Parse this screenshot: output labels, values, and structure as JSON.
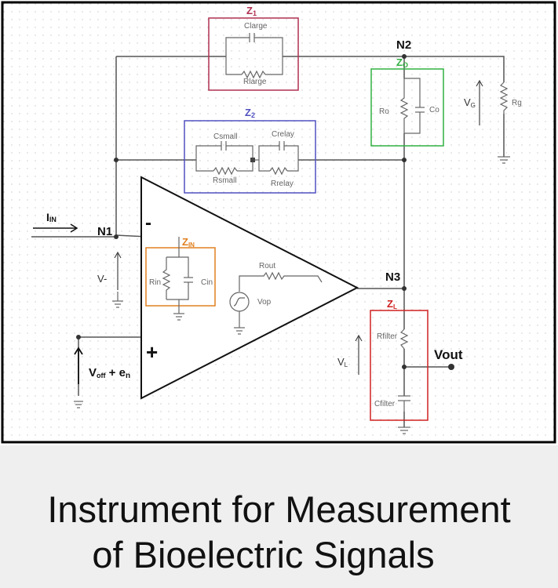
{
  "caption": {
    "line1": "Instrument for Measurement",
    "line2": "of Bioelectric Signals"
  },
  "colors": {
    "z1": "#b03050",
    "z2": "#5050c0",
    "zo": "#30b040",
    "zin": "#e08020",
    "zl": "#d02020",
    "wire": "#555555"
  },
  "impedances": {
    "z1": {
      "label": "Z",
      "sub": "1",
      "cap": "Clarge",
      "res": "Rlarge"
    },
    "z2": {
      "label": "Z",
      "sub": "2",
      "cap1": "Csmall",
      "res1": "Rsmall",
      "cap2": "Crelay",
      "res2": "Rrelay"
    },
    "zo": {
      "label": "Z",
      "sub": "O",
      "res": "Ro",
      "cap": "Co"
    },
    "zin": {
      "label": "Z",
      "sub": "IN",
      "res": "Rin",
      "cap": "Cin"
    },
    "zl": {
      "label": "Z",
      "sub": "L",
      "res": "Rfilter",
      "cap": "Cfilter"
    }
  },
  "nodes": {
    "n1": "N1",
    "n2": "N2",
    "n3": "N3"
  },
  "components": {
    "rg": "Rg",
    "rout": "Rout",
    "vop": "Vop"
  },
  "signals": {
    "iin": {
      "main": "I",
      "sub": "IN"
    },
    "vminus": "V-",
    "vg": {
      "main": "V",
      "sub": "G"
    },
    "vl": {
      "main": "V",
      "sub": "L"
    },
    "voff": {
      "main": "V",
      "sub": "off",
      "rest": " + e",
      "sub2": "n"
    },
    "vout": "Vout"
  },
  "opamp": {
    "minus": "-",
    "plus": "+"
  }
}
